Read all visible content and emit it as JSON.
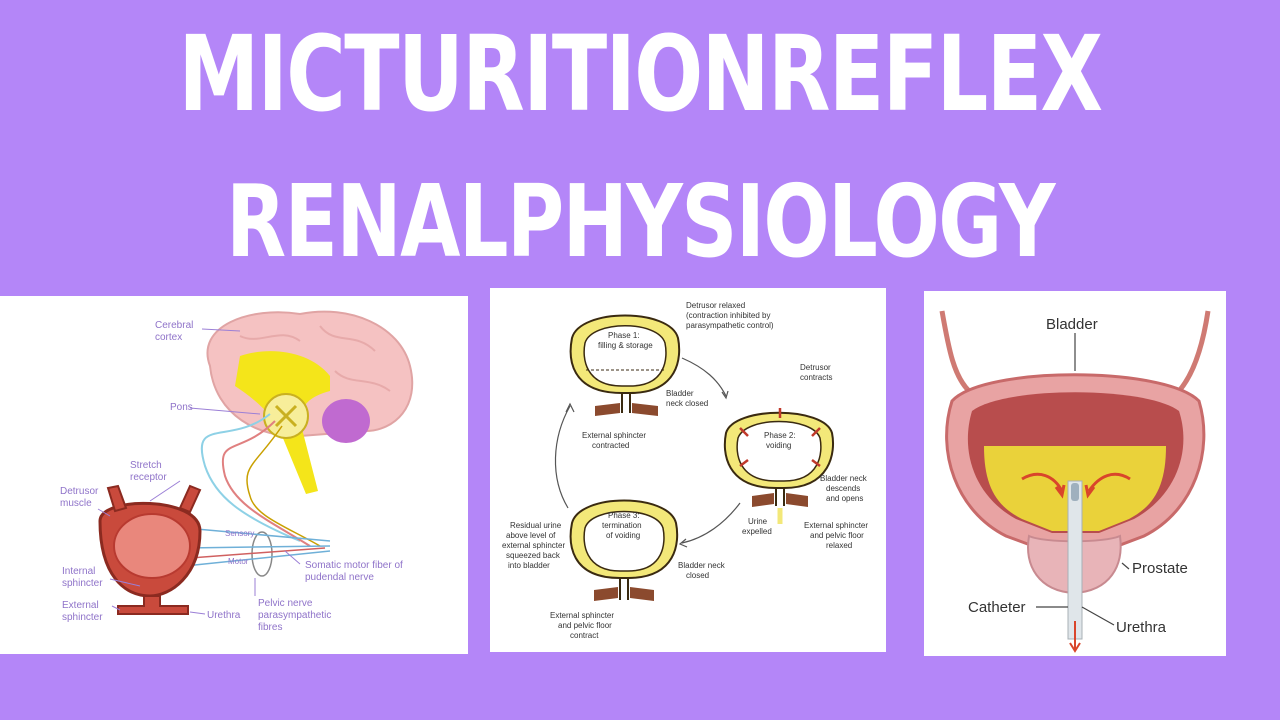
{
  "title": {
    "line1": "MICTURITIONREFLEX",
    "line2": "RENALPHYSIOLOGY"
  },
  "colors": {
    "background": "#b486f8",
    "title_text": "#ffffff",
    "brain": "#f5c2c2",
    "spinal_cord": "#f4e51a",
    "bladder_wall": "#d14a3f",
    "bladder_yellow": "#f3e879",
    "urine": "#ead23a",
    "sphincter": "#8b4a2e"
  },
  "panel1": {
    "labels": {
      "cerebral_cortex": "Cerebral\ncortex",
      "pons": "Pons",
      "stretch_receptor": "Stretch\nreceptor",
      "detrusor_muscle": "Detrusor\nmuscle",
      "internal_sphincter": "Internal\nsphincter",
      "external_sphincter": "External\nsphincter",
      "urethra": "Urethra",
      "sensory": "Sensory",
      "motor": "Motor",
      "somatic_motor": "Somatic motor fiber of\npudendal nerve",
      "pelvic_nerve": "Pelvic nerve\nparasympathetic\nfibres"
    }
  },
  "panel2": {
    "labels": {
      "detrusor_relaxed": "Detrusor relaxed\n(contraction inhibited by\nparasympathetic control)",
      "phase1": "Phase 1:\nfilling & storage",
      "bladder_neck_closed_1": "Bladder\nneck closed",
      "external_sphincter_contracted": "External sphincter\ncontracted",
      "detrusor_contracts": "Detrusor\ncontracts",
      "phase2": "Phase 2:\nvoiding",
      "bladder_neck_descends": "Bladder neck\ndescends\nand opens",
      "urine_expelled": "Urine\nexpelled",
      "external_sphincter_relaxed": "External sphincter\nand pelvic floor\nrelaxed",
      "residual_urine": "Residual urine\nabove level of\nexternal sphincter\nsqueezed back\ninto bladder",
      "phase3": "Phase 3:\ntermination\nof voiding",
      "bladder_neck_closed_3": "Bladder neck\nclosed",
      "external_sphincter_contract": "External sphincter\nand pelvic floor\ncontract"
    }
  },
  "panel3": {
    "labels": {
      "bladder": "Bladder",
      "prostate": "Prostate",
      "catheter": "Catheter",
      "urethra": "Urethra"
    }
  }
}
